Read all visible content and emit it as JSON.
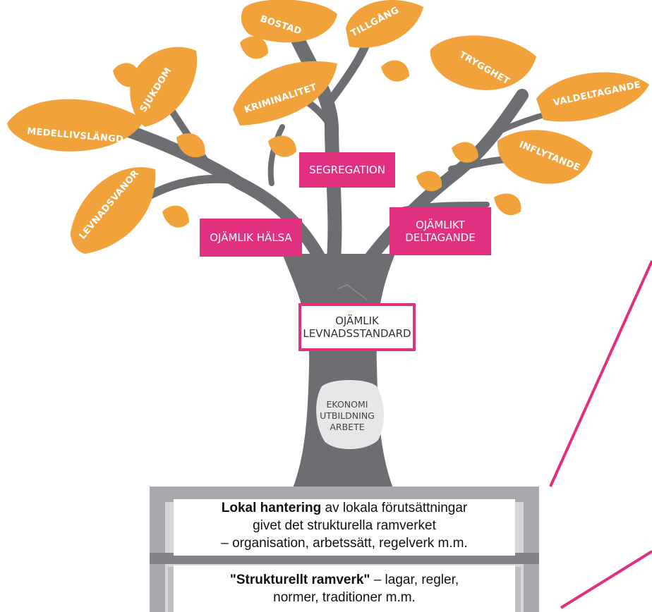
{
  "leaves": {
    "bostad": "BOSTAD",
    "tillgang": "TILLGÅNG",
    "sjukdom": "SJUKDOM",
    "medellivslangd": "MEDELLIVSLÄNGD",
    "kriminalitet": "KRIMINALITET",
    "trygghet": "TRYGGHET",
    "valdeltagande": "VALDELTAGANDE",
    "inflytande": "INFLYTANDE",
    "levnadsvanor": "LEVNADSVANOR"
  },
  "boxes": {
    "segregation": "SEGREGATION",
    "ojamlik_halsa": "OJÄMLIK HÄLSA",
    "ojamlikt_deltagande_1": "OJÄMLIKT",
    "ojamlikt_deltagande_2": "DELTAGANDE",
    "levnadsstandard_1": "OJÄMLIK",
    "levnadsstandard_2": "LEVNADSSTANDARD"
  },
  "trunk": {
    "line1": "EKONOMI",
    "line2": "UTBILDNING",
    "line3": "ARBETE"
  },
  "local": {
    "bold": "Lokal hantering",
    "rest": " av lokala förutsättningar",
    "line2": "givet det strukturella ramverket",
    "line3": "– organisation, arbetssätt, regelverk m.m."
  },
  "structural": {
    "bold": "\"Strukturellt ramverk\"",
    "rest": " – lagar, regler,",
    "line2": "normer, traditioner m.m."
  },
  "colors": {
    "leaf": "#f2a23a",
    "leaf_shade": "#e08a22",
    "trunk": "#6d6e71",
    "accent": "#e0307f",
    "frame": "#a7a9ac"
  }
}
